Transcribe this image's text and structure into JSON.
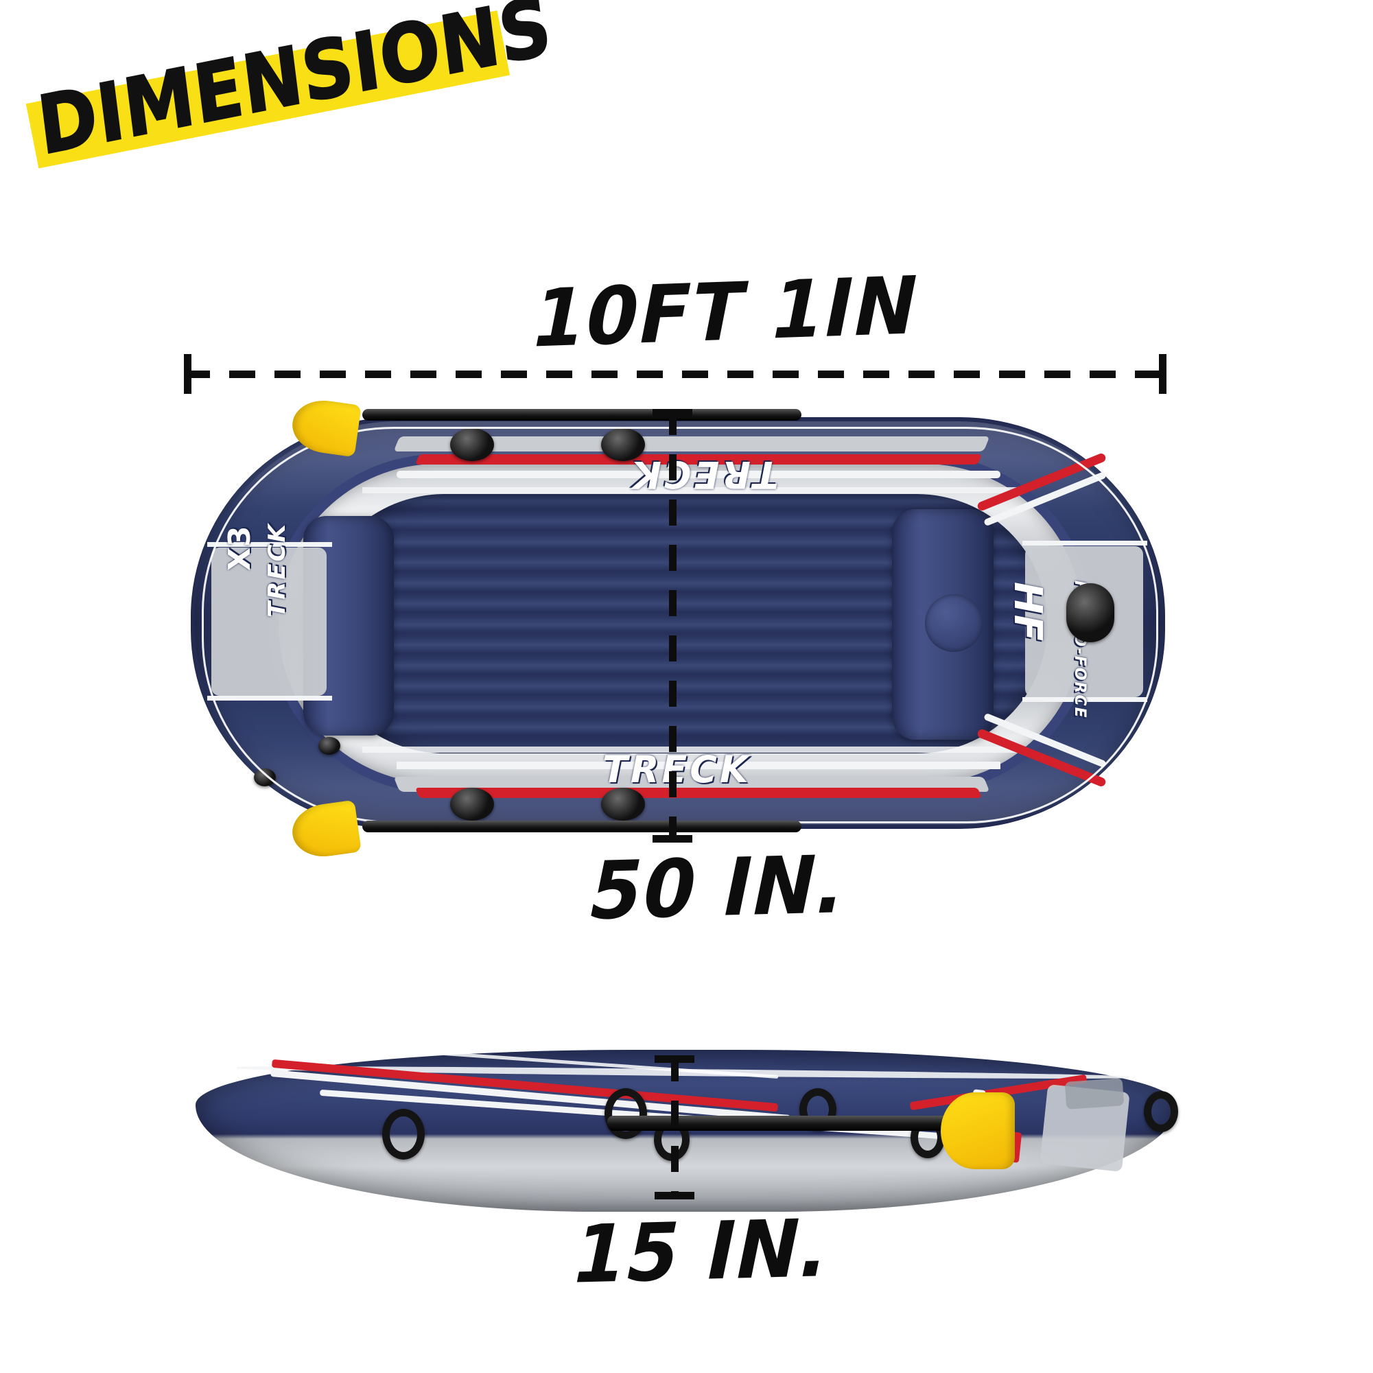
{
  "page": {
    "background_color": "#ffffff",
    "title": "DIMENSIONS"
  },
  "banner": {
    "label": "DIMENSIONS",
    "highlight_color": "#F8DF16",
    "text_color": "#111111",
    "rotation_deg": -11.2
  },
  "dimensions": {
    "length": {
      "label": "10FT 1IN",
      "orientation": "horizontal",
      "measures": "overall length of boat (top view)"
    },
    "width": {
      "label": "50 IN.",
      "orientation": "vertical",
      "measures": "overall beam width of boat (top view)"
    },
    "height": {
      "label": "15 IN.",
      "orientation": "vertical",
      "measures": "overall height of boat (side view)"
    }
  },
  "product": {
    "name": "TRECK",
    "model_badge": "TRECK X3",
    "model_mark": "X3",
    "brand_mark": "HF",
    "brand_name": "HYDRO-FORCE",
    "colors": {
      "hull_navy": "#2c3763",
      "hull_grey": "#c9ccd1",
      "accent_red": "#d3202a",
      "accent_white": "#f3f4f6",
      "paddle_yellow": "#FFDE17",
      "hardware_black": "#141414"
    },
    "views": [
      {
        "name": "top-view",
        "caption": "TRECK"
      },
      {
        "name": "side-view",
        "caption": "TRECK"
      }
    ]
  }
}
